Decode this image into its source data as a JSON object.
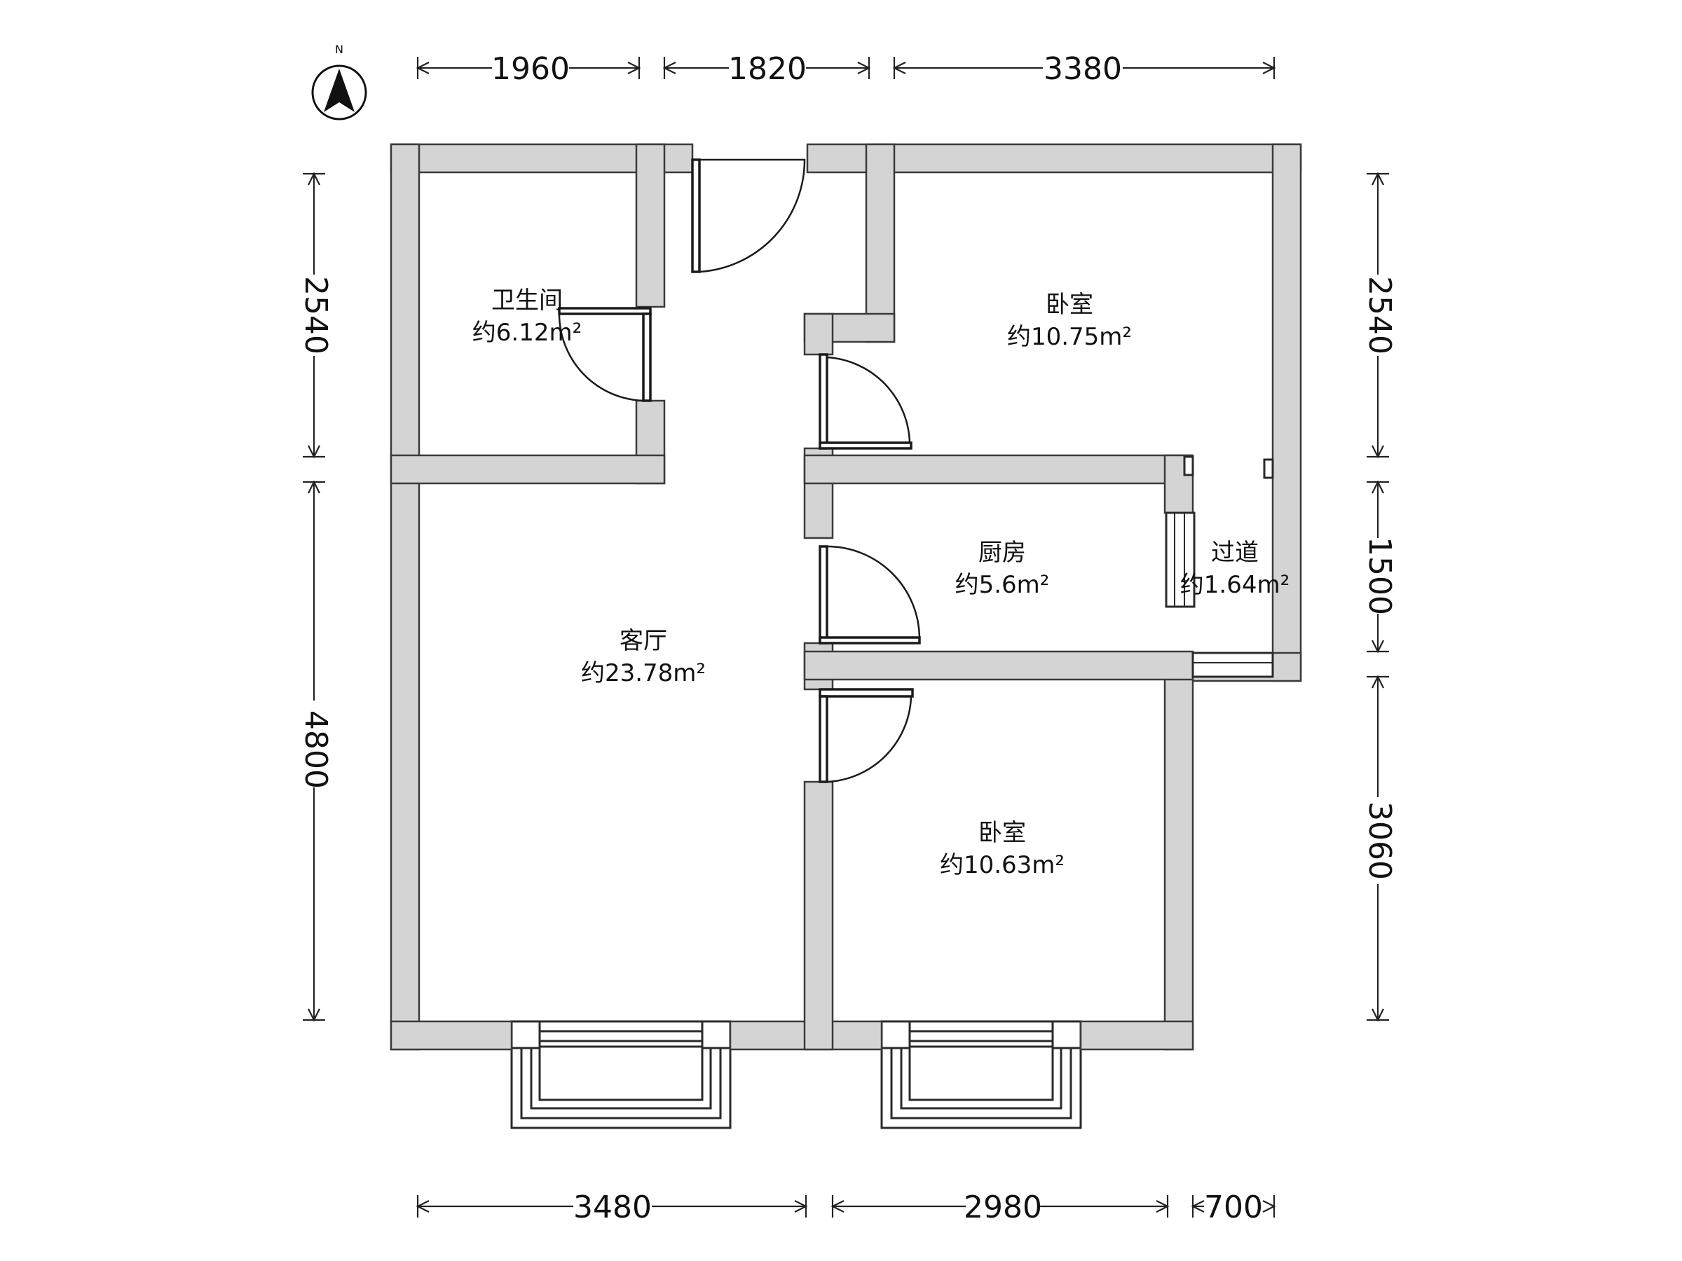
{
  "compass": {
    "letter": "N",
    "icon": "north-arrow-icon"
  },
  "dimensions": {
    "top": [
      "1960",
      "1820",
      "3380"
    ],
    "bottom": [
      "3480",
      "2980",
      "700"
    ],
    "left": [
      "2540",
      "4800"
    ],
    "right": [
      "2540",
      "1500",
      "3060"
    ]
  },
  "rooms": {
    "bathroom": {
      "name": "卫生间",
      "area": "约6.12m²"
    },
    "bedroom_north": {
      "name": "卧室",
      "area": "约10.75m²"
    },
    "kitchen": {
      "name": "厨房",
      "area": "约5.6m²"
    },
    "corridor": {
      "name": "过道",
      "area": "约1.64m²"
    },
    "living_room": {
      "name": "客厅",
      "area": "约23.78m²"
    },
    "bedroom_south": {
      "name": "卧室",
      "area": "约10.63m²"
    }
  },
  "colors": {
    "wall_fill": "#d4d4d4",
    "line": "#222222",
    "background": "#ffffff"
  }
}
